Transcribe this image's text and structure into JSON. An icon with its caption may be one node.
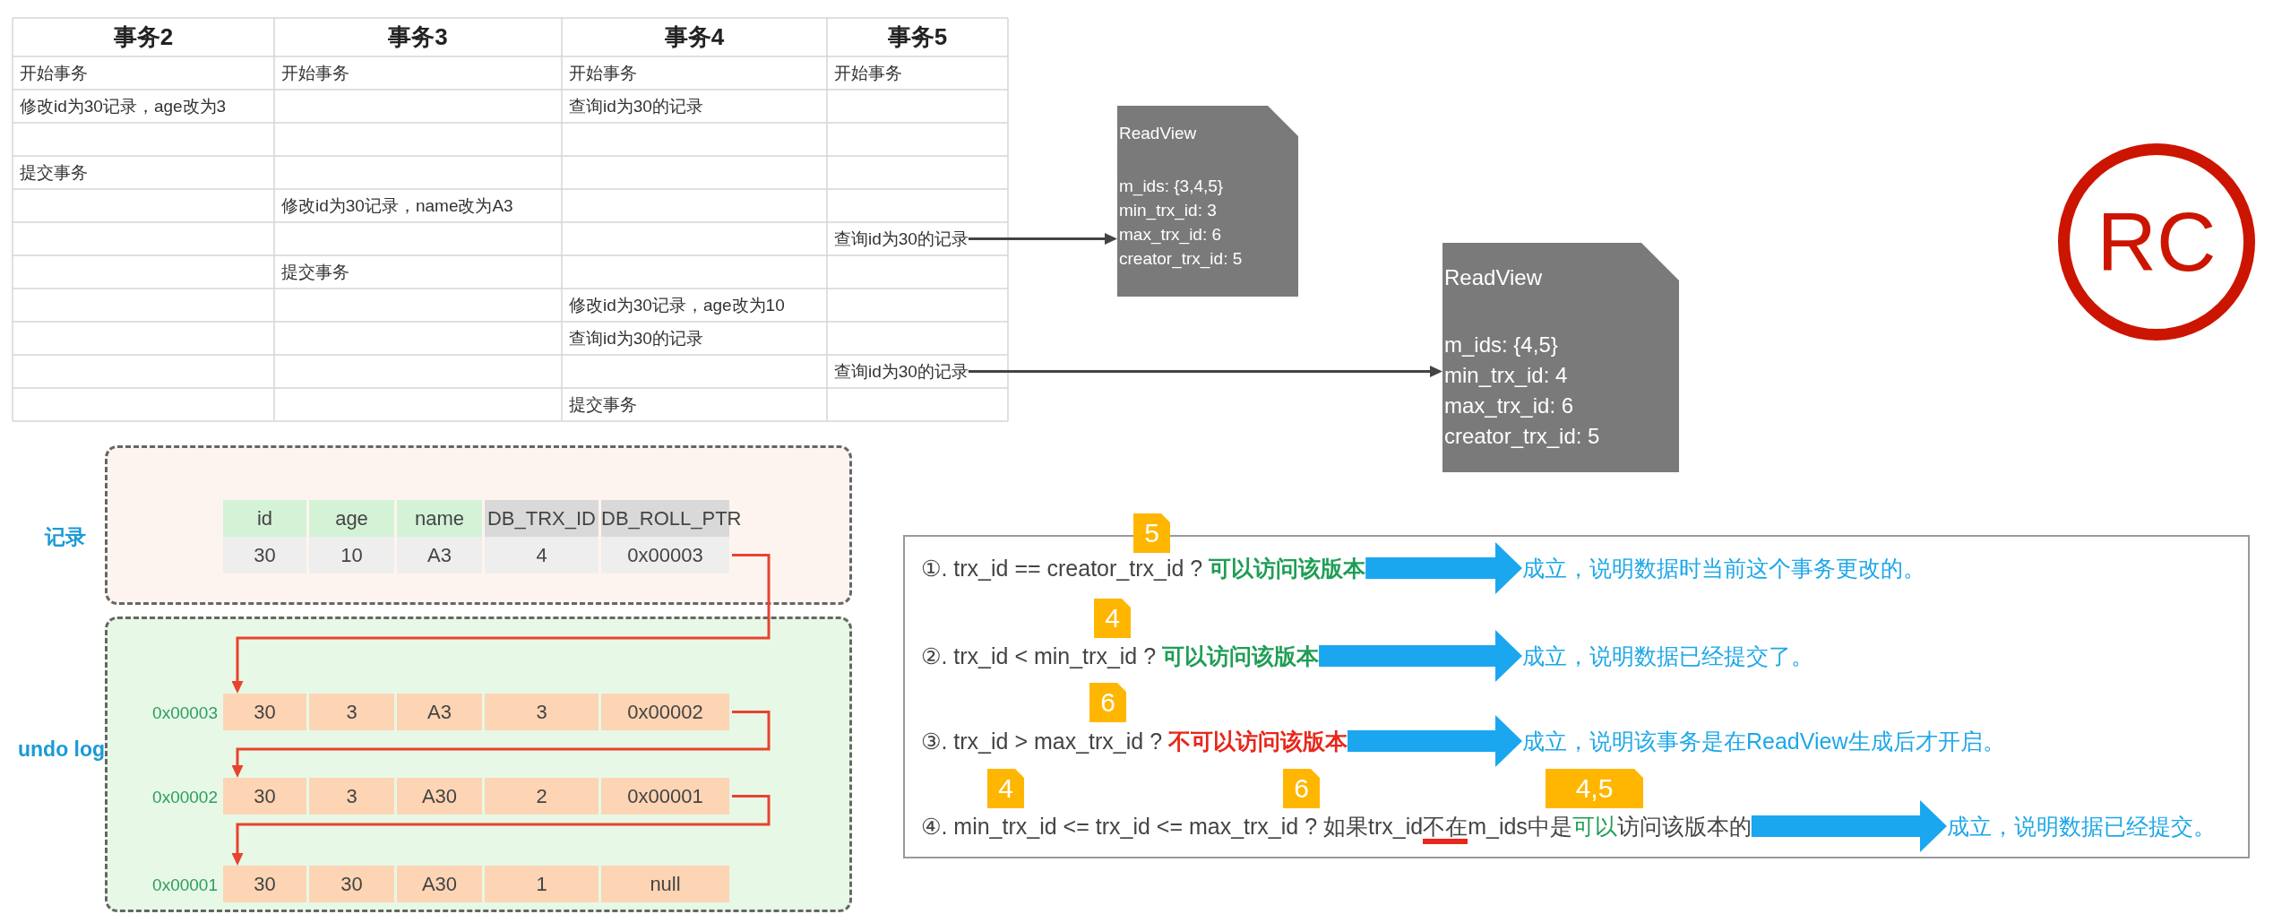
{
  "diagram": {
    "nodes": [
      {
        "text": [
          "查询id为30的记录"
        ]
      },
      {
        "text": [
          "ReadView",
          "m_ids: {3,4,5}",
          "min_trx_id: 3",
          "max_trx_id: 6",
          "creator_trx_id: 5"
        ]
      },
      {
        "text": [
          "查询id为30的记录"
        ]
      },
      {
        "text": [
          "ReadView",
          "m_ids: {4,5}",
          "min_trx_id: 4",
          "max_trx_id: 6",
          "creator_trx_id: 5"
        ]
      },
      {
        "text": [
          "RC"
        ]
      },
      {
        "text": [
          "记录"
        ]
      },
      {
        "text": [
          "30",
          "10",
          "A3",
          "4",
          "0x00003"
        ],
        "in": 5
      },
      {
        "text": [
          "undo log"
        ]
      },
      {
        "text": [
          "30",
          "3",
          "A3",
          "3",
          "0x00002"
        ],
        "in": 7,
        "beside": [
          "0x00003"
        ]
      },
      {
        "text": [
          "30",
          "3",
          "A30",
          "2",
          "0x00001"
        ],
        "in": 7,
        "beside": [
          "0x00002"
        ]
      },
      {
        "text": [
          "30",
          "30",
          "A30",
          "1",
          "null"
        ],
        "in": 7,
        "beside": [
          "0x00001"
        ]
      },
      {
        "text": [],
        "shape": "box"
      },
      {
        "text": [
          "①. trx_id == creator_trx_id ?",
          "可以访问该版本"
        ],
        "in": 11,
        "beside": [
          "5"
        ]
      },
      {
        "text": [
          "②. trx_id < min_trx_id ?",
          "可以访问该版本"
        ],
        "in": 11,
        "beside": [
          "4"
        ]
      },
      {
        "text": [
          "③. trx_id > max_trx_id ?",
          "不可以访问该版本"
        ],
        "in": 11,
        "beside": [
          "6"
        ]
      },
      {
        "text": [
          "④. min_trx_id <= trx_id <= max_trx_id ?",
          "如果trx_id",
          "不在",
          "m_ids中是",
          "可以",
          "访问该版本的"
        ],
        "in": 11,
        "beside": [
          "4",
          "6",
          "4,5"
        ]
      },
      {
        "text": [
          "成立，说明数据时当前这个事务更改的。"
        ],
        "in": 11
      },
      {
        "text": [
          "成立，说明数据已经提交了。"
        ],
        "in": 11
      },
      {
        "text": [
          "成立，说明该事务是在ReadView生成后才开启。"
        ],
        "in": 11
      },
      {
        "text": [
          "成立，说明数据已经提交。"
        ],
        "in": 11
      }
    ],
    "edges": [
      {
        "from": 0,
        "to": 1,
        "arrow": "to",
        "color": "#444444"
      },
      {
        "from": 2,
        "to": 3,
        "arrow": "to",
        "color": "#444444"
      },
      {
        "from": 6,
        "to": 8,
        "arrow": "to",
        "color": "#e8432e"
      },
      {
        "from": 8,
        "to": 9,
        "arrow": "to",
        "color": "#e8432e"
      },
      {
        "from": 9,
        "to": 10,
        "arrow": "to",
        "color": "#e8432e"
      },
      {
        "from": 12,
        "to": 16,
        "arrow": "to",
        "style": "thick",
        "color": "#1aa7f0"
      },
      {
        "from": 13,
        "to": 17,
        "arrow": "to",
        "style": "thick",
        "color": "#1aa7f0"
      },
      {
        "from": 14,
        "to": 18,
        "arrow": "to",
        "style": "thick",
        "color": "#1aa7f0"
      },
      {
        "from": 15,
        "to": 19,
        "arrow": "to",
        "style": "thick",
        "color": "#1aa7f0"
      }
    ],
    "labels": [
      "事务2",
      "事务3",
      "事务4",
      "事务5",
      "开始事务",
      "开始事务",
      "开始事务",
      "开始事务",
      "修改id为30记录，age改为3",
      "查询id为30的记录",
      "提交事务",
      "修改id为30记录，name改为A3",
      "提交事务",
      "修改id为30记录，age改为10",
      "查询id为30的记录",
      "提交事务",
      "id",
      "age",
      "name",
      "DB_TRX_ID",
      "DB_ROLL_PTR"
    ]
  }
}
